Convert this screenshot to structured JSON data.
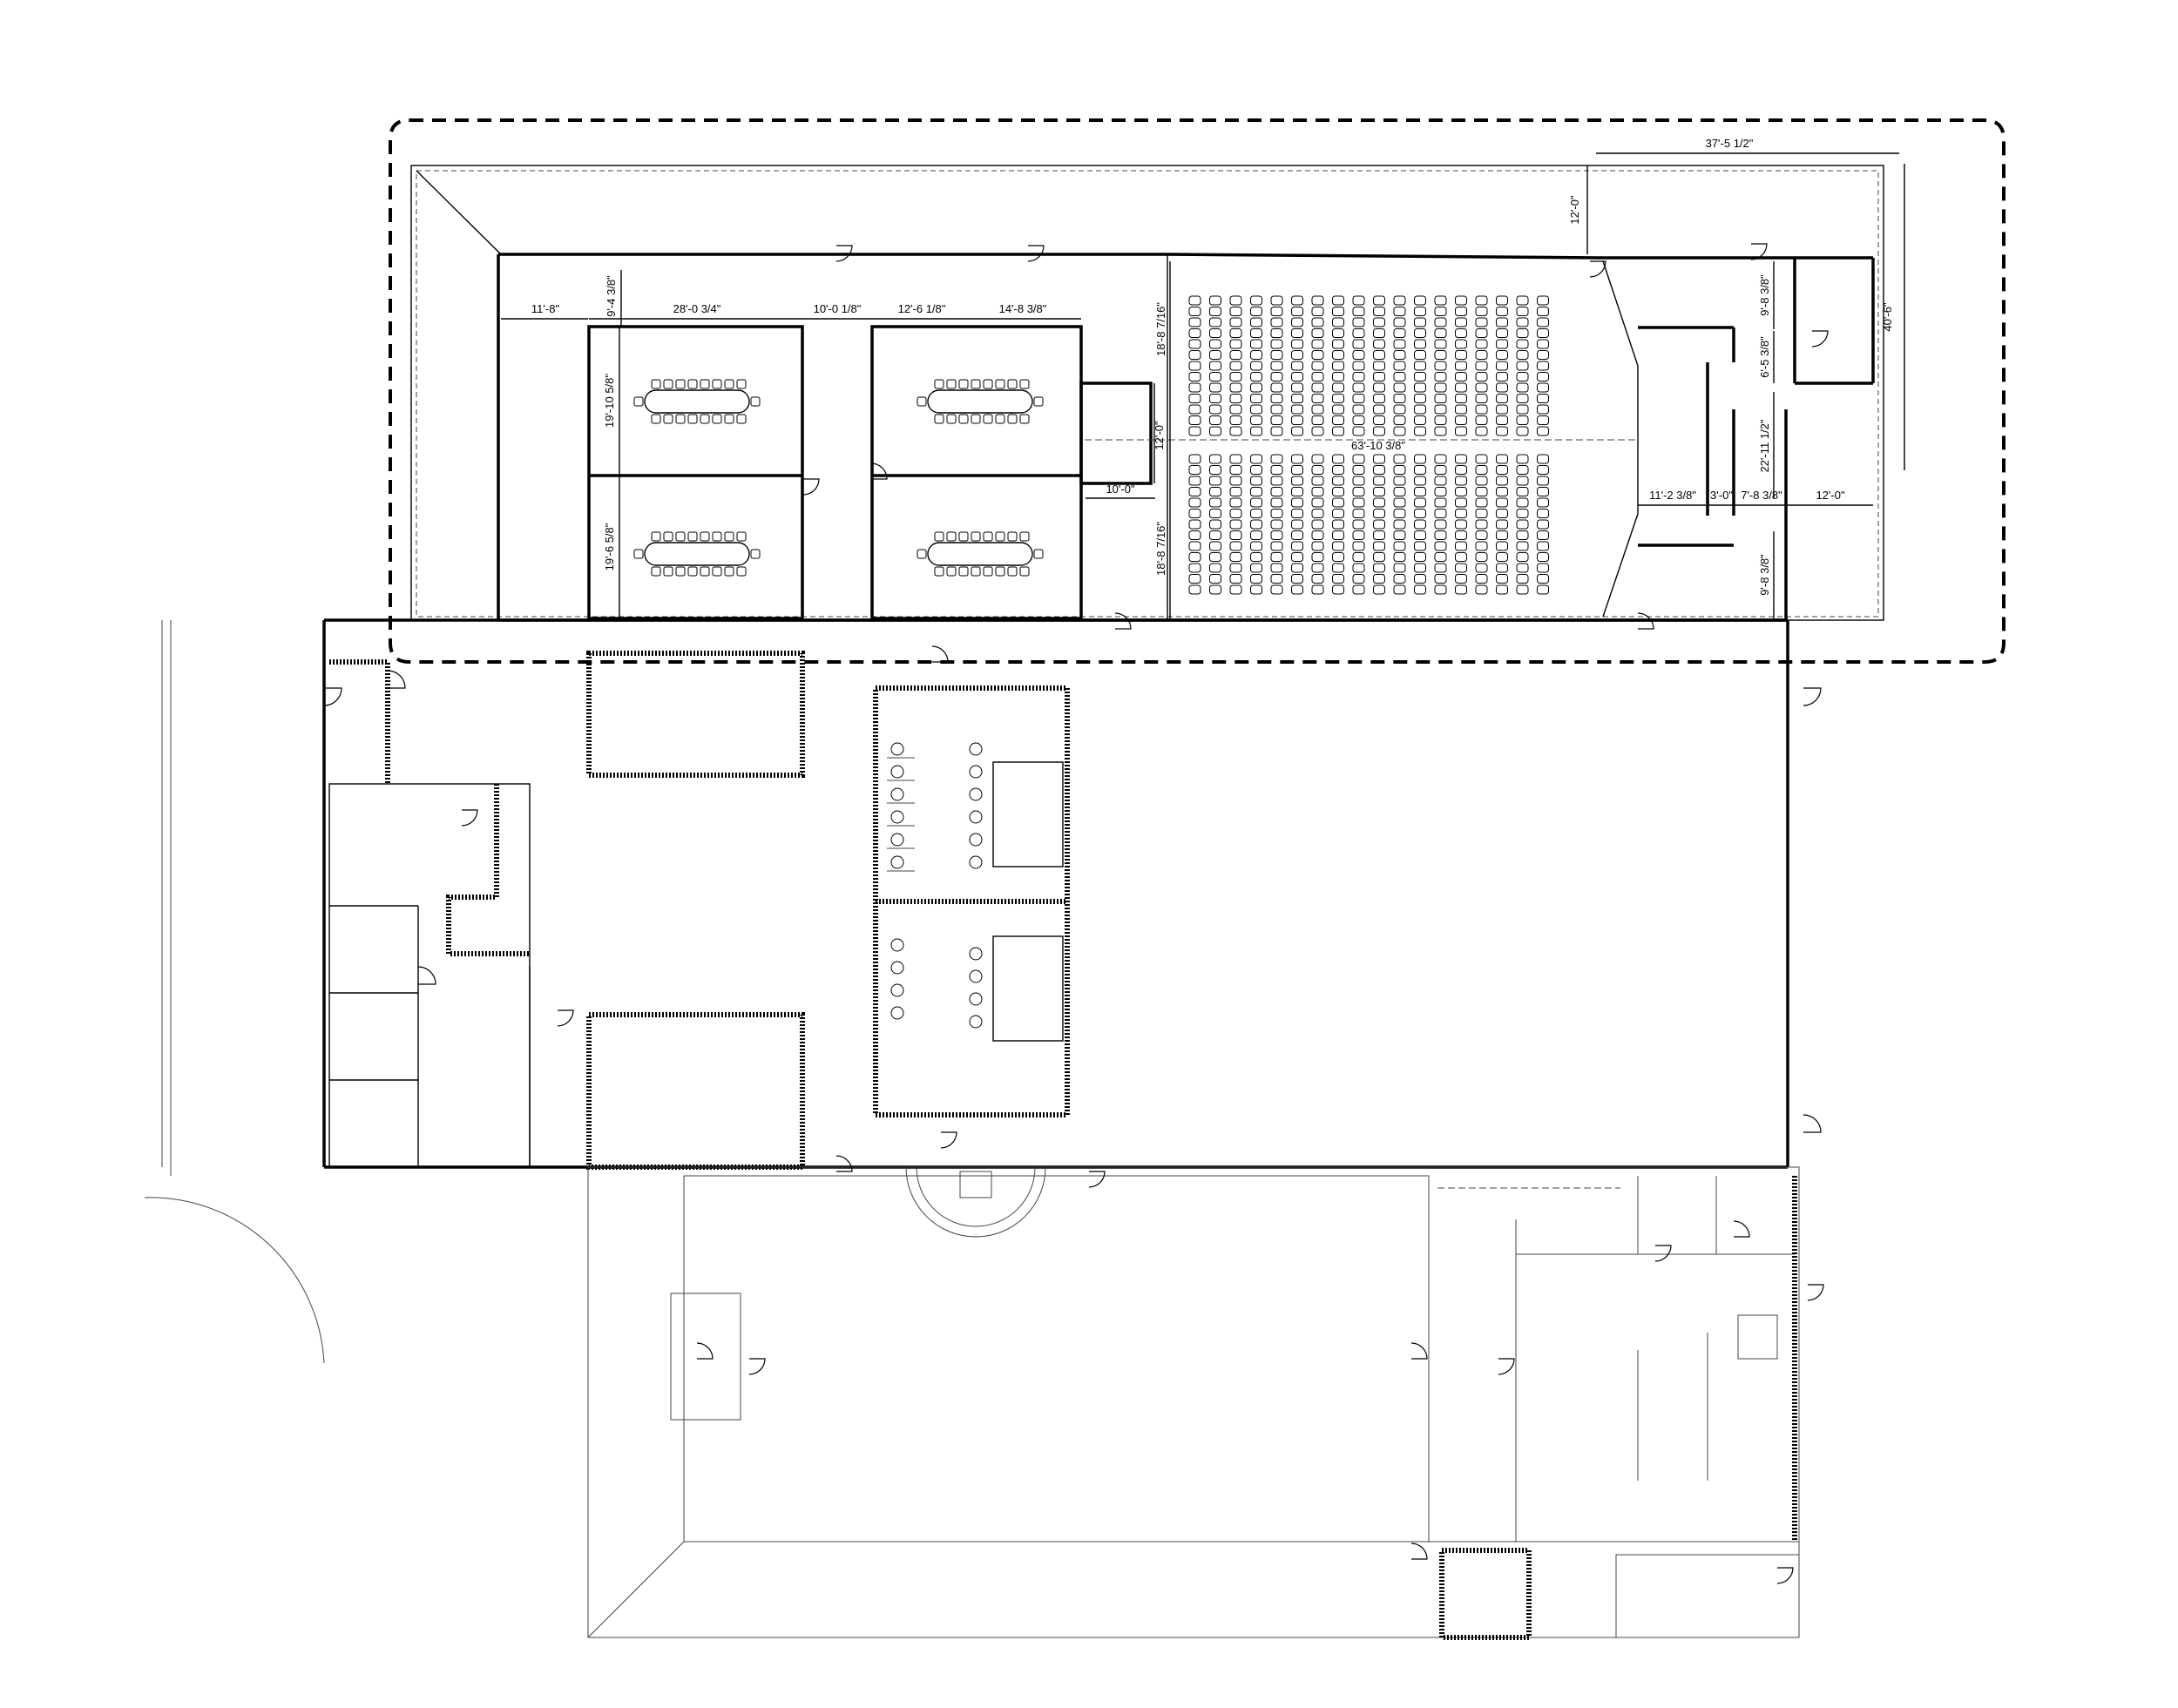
{
  "drawing": {
    "type": "architectural floor plan",
    "line_color": "#000000",
    "background": "#ffffff"
  },
  "dimensions": {
    "top_overall": "37'-5 1/2\"",
    "right_overall": "40'-6\"",
    "top_setback": "12'-0\"",
    "left_corridor": "11'-8\"",
    "north_gap": "9'-4 3/8\"",
    "room_a_width": "28'-0 3/4\"",
    "corridor_width": "10'-0 1/8\"",
    "room_b_width": "12'-6 1/8\"",
    "room_c_width": "14'-8 3/8\"",
    "room_upper_height": "19'-10 5/8\"",
    "room_lower_height": "19'-6 5/8\"",
    "hall_upper_height": "18'-8 7/16\"",
    "hall_lower_height": "18'-8 7/16\"",
    "hall_length": "63'-10 3/8\"",
    "vestibule_height": "12'-0\"",
    "vestibule_width": "10'-0\"",
    "stage_width": "11'-2 3/8\"",
    "stage_gap": "3'-0\"",
    "side_room": "7'-8 3/8\"",
    "right_setback": "12'-0\"",
    "right_upper": "9'-8 3/8\"",
    "right_mid": "6'-5 3/8\"",
    "right_center": "22'-11 1/2\"",
    "right_lower": "9'-8 3/8\""
  }
}
